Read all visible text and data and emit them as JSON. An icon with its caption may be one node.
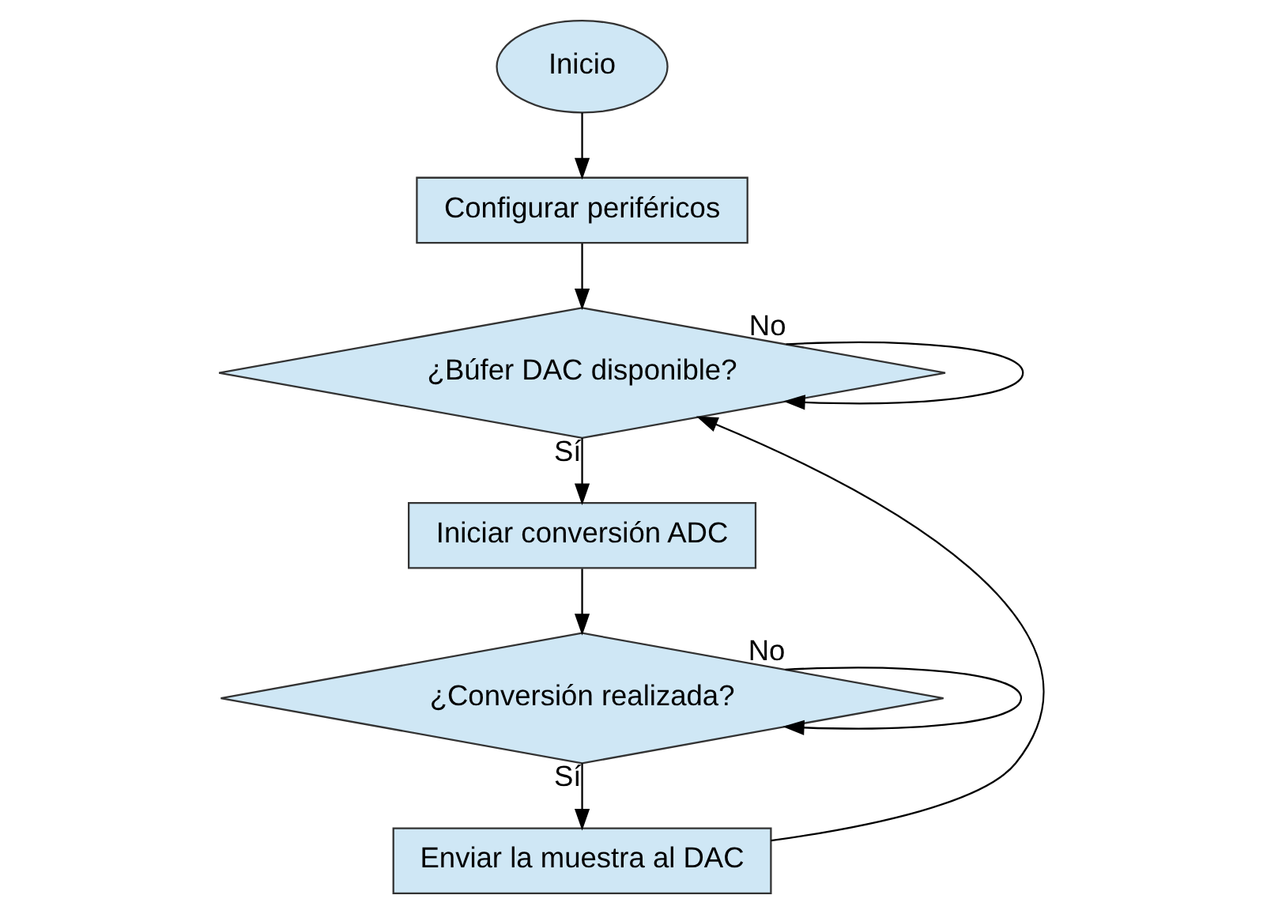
{
  "diagram": {
    "nodes": [
      {
        "text": [
          "Inicio"
        ]
      },
      {
        "text": [
          "Configurar periféricos"
        ]
      },
      {
        "text": [
          "¿Búfer DAC disponible?"
        ]
      },
      {
        "text": [
          "Iniciar conversión ADC"
        ]
      },
      {
        "text": [
          "¿Conversión realizada?"
        ]
      },
      {
        "text": [
          "Enviar la muestra al DAC"
        ]
      }
    ],
    "edges": [
      {
        "from": 0,
        "to": 1,
        "arrow": "to"
      },
      {
        "from": 1,
        "to": 2,
        "arrow": "to"
      },
      {
        "from": 2,
        "to": 2,
        "label": "No",
        "arrow": "to"
      },
      {
        "from": 2,
        "to": 3,
        "label": "Sí",
        "arrow": "to"
      },
      {
        "from": 3,
        "to": 4,
        "arrow": "to"
      },
      {
        "from": 4,
        "to": 4,
        "label": "No",
        "arrow": "to"
      },
      {
        "from": 4,
        "to": 5,
        "label": "Sí",
        "arrow": "to"
      },
      {
        "from": 5,
        "to": 2,
        "arrow": "to"
      }
    ]
  }
}
